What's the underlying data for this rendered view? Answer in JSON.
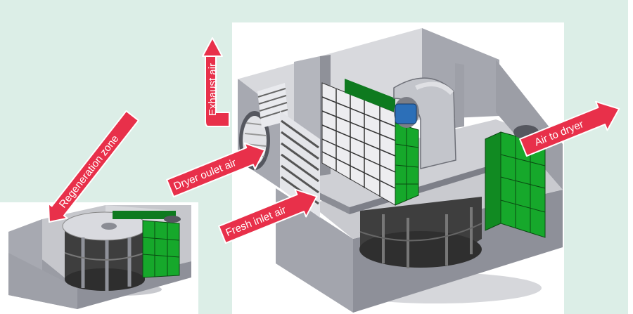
{
  "labels": {
    "exhaust_air": "Exhaust air",
    "regeneration_zone": "Regeneration zone",
    "dryer_outlet_air": "Dryer oulet air",
    "fresh_inlet_air": "Fresh inlet air",
    "air_to_dryer": "Air to dryer"
  },
  "colors": {
    "background": "#dceee7",
    "arrow_fill": "#e8304a",
    "housing_gray": "#a7a9b1",
    "floor_light": "#e9eaee",
    "filter_green": "#16a82b",
    "wheel_dark": "#3e3e3e",
    "motor_blue": "#2c6fb8"
  }
}
